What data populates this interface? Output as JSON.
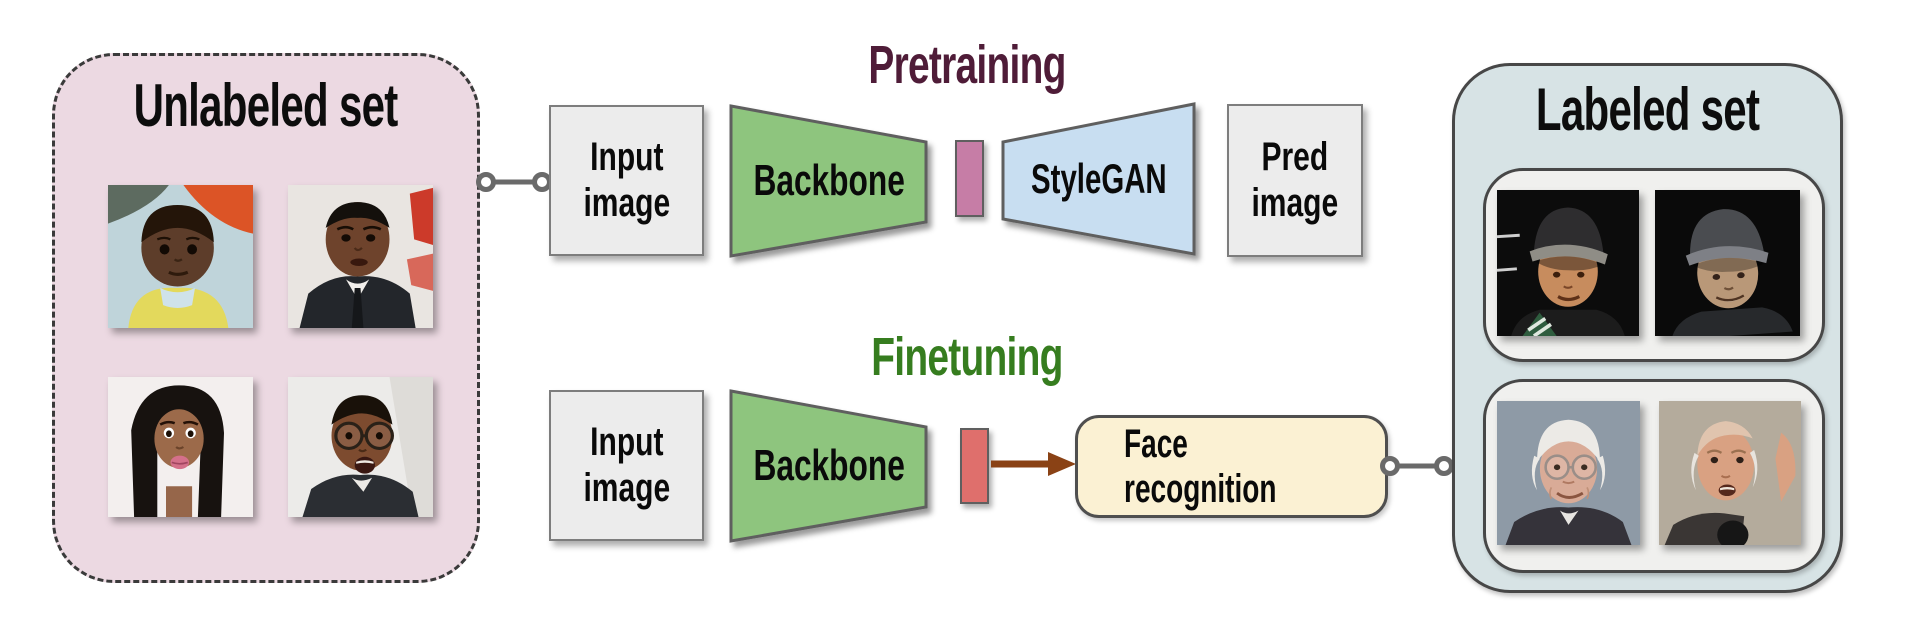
{
  "unlabeled_panel": {
    "title": "Unlabeled set",
    "photos": [
      "toddler with dark skin in yellow shirt",
      "man with dark skin wearing dark suit",
      "woman with long dark hair pouting",
      "man with round glasses mouth open"
    ]
  },
  "labeled_panel": {
    "title": "Labeled set",
    "identity_groups": [
      {
        "photos": [
          "man wearing dark cap",
          "same man wearing dark cap smiling"
        ]
      },
      {
        "photos": [
          "elderly man with glasses smiling",
          "same elderly man speaking into microphone"
        ]
      }
    ]
  },
  "pretraining_flow": {
    "section_title": "Pretraining",
    "input_box": "Input\nimage",
    "backbone": "Backbone",
    "stylegan": "StyleGAN",
    "pred_box": "Pred\nimage"
  },
  "finetuning_flow": {
    "section_title": "Finetuning",
    "input_box": "Input\nimage",
    "backbone": "Backbone",
    "face_recognition": "Face recognition"
  },
  "colors": {
    "pretraining_title": "#4f1c38",
    "finetuning_title": "#367d1f",
    "unlabeled_panel_fill": "#ecd9e2",
    "labeled_panel_fill": "#d7e3e5",
    "identity_group_fill": "#f0f0ee",
    "io_box_fill": "#ececec",
    "backbone_fill": "#8ec57e",
    "stylegan_fill": "#c8def1",
    "pretraining_latent_fill": "#c67da6",
    "finetuning_latent_fill": "#df6f6c",
    "face_recognition_fill": "#fbf1d3",
    "arrow_brown": "#8a4215",
    "connector_gray": "#6a6a6a"
  }
}
